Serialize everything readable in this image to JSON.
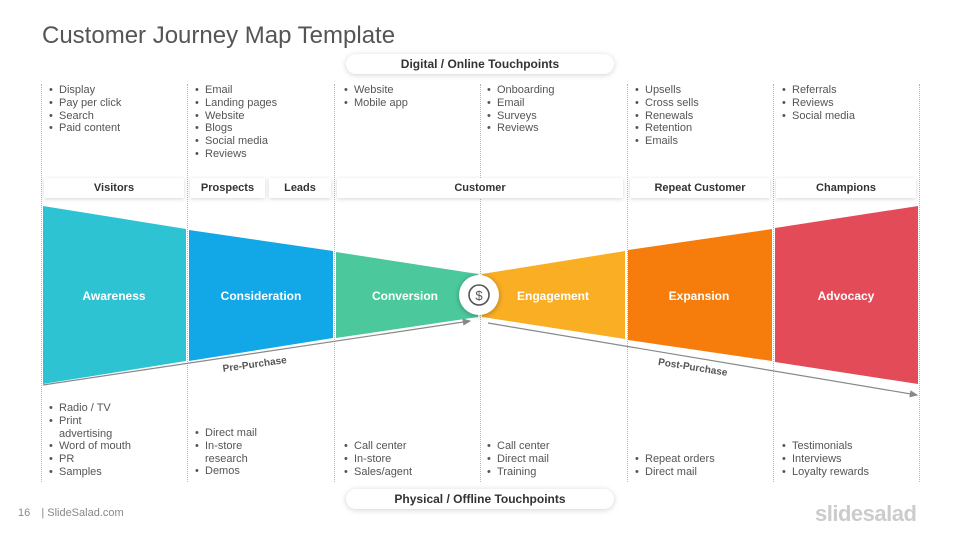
{
  "title": "Customer Journey Map Template",
  "digital_label": "Digital / Online Touchpoints",
  "physical_label": "Physical / Offline Touchpoints",
  "stages": {
    "visitors": "Visitors",
    "prospects": "Prospects",
    "leads": "Leads",
    "customer": "Customer",
    "repeat_customer": "Repeat Customer",
    "champions": "Champions"
  },
  "segments": [
    {
      "label": "Awareness",
      "color": "#2EC3D3"
    },
    {
      "label": "Consideration",
      "color": "#12A7E6"
    },
    {
      "label": "Conversion",
      "color": "#4CC99C"
    },
    {
      "label": "Engagement",
      "color": "#F9AE24"
    },
    {
      "label": "Expansion",
      "color": "#F67D0C"
    },
    {
      "label": "Advocacy",
      "color": "#E44B58"
    }
  ],
  "pre_purchase": "Pre-Purchase",
  "post_purchase": "Post-Purchase",
  "dollar_icon": "dollar-icon",
  "online": [
    [
      "Display",
      "Pay per click",
      "Search",
      "Paid content"
    ],
    [
      "Email",
      "Landing pages",
      "Website",
      "Blogs",
      "Social media",
      "Reviews"
    ],
    [
      "Website",
      "Mobile app"
    ],
    [
      "Onboarding",
      "Email",
      "Surveys",
      "Reviews"
    ],
    [
      "Upsells",
      "Cross sells",
      "Renewals",
      "Retention",
      "Emails"
    ],
    [
      "Referrals",
      "Reviews",
      "Social media"
    ]
  ],
  "offline": [
    [
      "Radio / TV",
      "Print advertising",
      "Word of mouth",
      "PR",
      "Samples"
    ],
    [
      "Direct mail",
      "In-store research",
      "Demos"
    ],
    [
      "Call center",
      "In-store",
      "Sales/agent"
    ],
    [
      "Call center",
      "Direct mail",
      "Training"
    ],
    [
      "Repeat orders",
      "Direct mail"
    ],
    [
      "Testimonials",
      "Interviews",
      "Loyalty rewards"
    ]
  ],
  "footer": {
    "page_number": "16",
    "site": "| SlideSalad.com",
    "brand": "slidesalad"
  }
}
